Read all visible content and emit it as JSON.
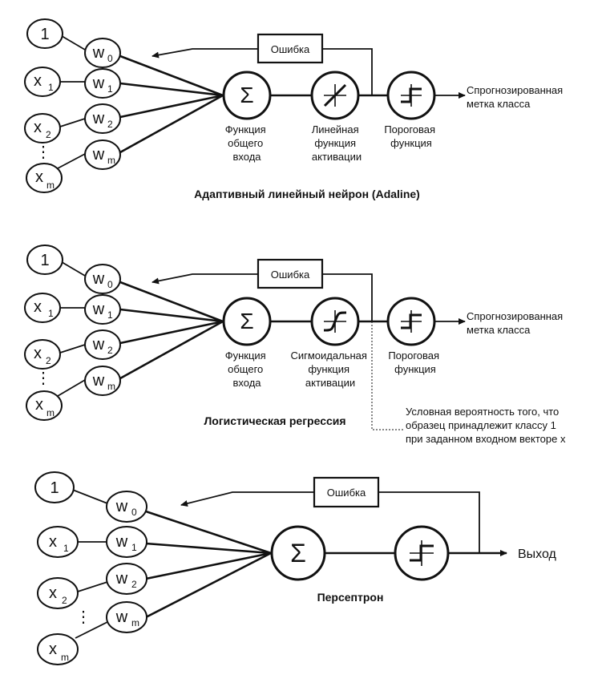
{
  "adaline": {
    "title": "Адаптивный линейный нейрон (Adaline)",
    "error_label": "Ошибка",
    "net_input_label": [
      "Функция",
      "общего",
      "входа"
    ],
    "activation_label": [
      "Линейная",
      "функция",
      "активации"
    ],
    "threshold_label": [
      "Пороговая",
      "функция"
    ],
    "output_label": [
      "Спрогнозированная",
      "метка класса"
    ]
  },
  "logistic": {
    "title": "Логистическая регрессия",
    "error_label": "Ошибка",
    "net_input_label": [
      "Функция",
      "общего",
      "входа"
    ],
    "activation_label": [
      "Сигмоидальная",
      "функция",
      "активации"
    ],
    "threshold_label": [
      "Пороговая",
      "функция"
    ],
    "output_label": [
      "Спрогнозированная",
      "метка класса"
    ],
    "note": [
      "Условная вероятность того, что",
      "образец принадлежит классу 1",
      "при заданном входном векторе x"
    ]
  },
  "perceptron": {
    "title": "Персептрон",
    "error_label": "Ошибка",
    "output_label": "Выход"
  },
  "symbols": {
    "one": "1",
    "x": "x",
    "w": "w",
    "sub0": "0",
    "sub1": "1",
    "sub2": "2",
    "subm": "m",
    "sigma": "Σ",
    "dots": "⋮"
  }
}
